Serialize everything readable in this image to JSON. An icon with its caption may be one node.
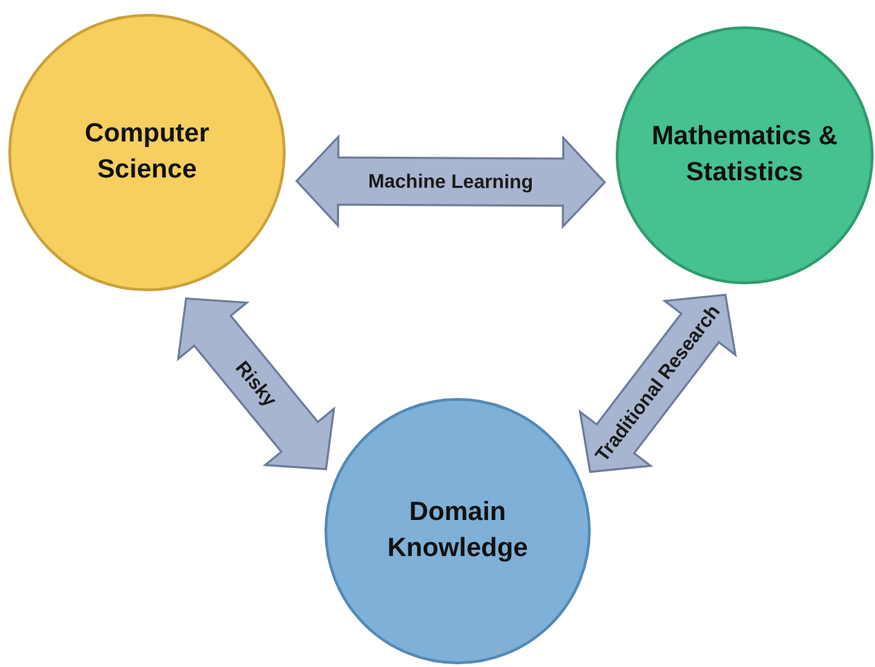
{
  "diagram": {
    "nodes": [
      {
        "text": [
          "Computer Science"
        ]
      },
      {
        "text": [
          "Mathematics & Statistics"
        ]
      },
      {
        "text": [
          "Domain Knowledge"
        ]
      }
    ],
    "edges": [
      {
        "from": 0,
        "to": 1,
        "arrow": "both",
        "label": "Machine Learning"
      },
      {
        "from": 0,
        "to": 2,
        "arrow": "both",
        "label": "Risky"
      },
      {
        "from": 1,
        "to": 2,
        "arrow": "both",
        "label": "Traditional Research"
      }
    ]
  }
}
